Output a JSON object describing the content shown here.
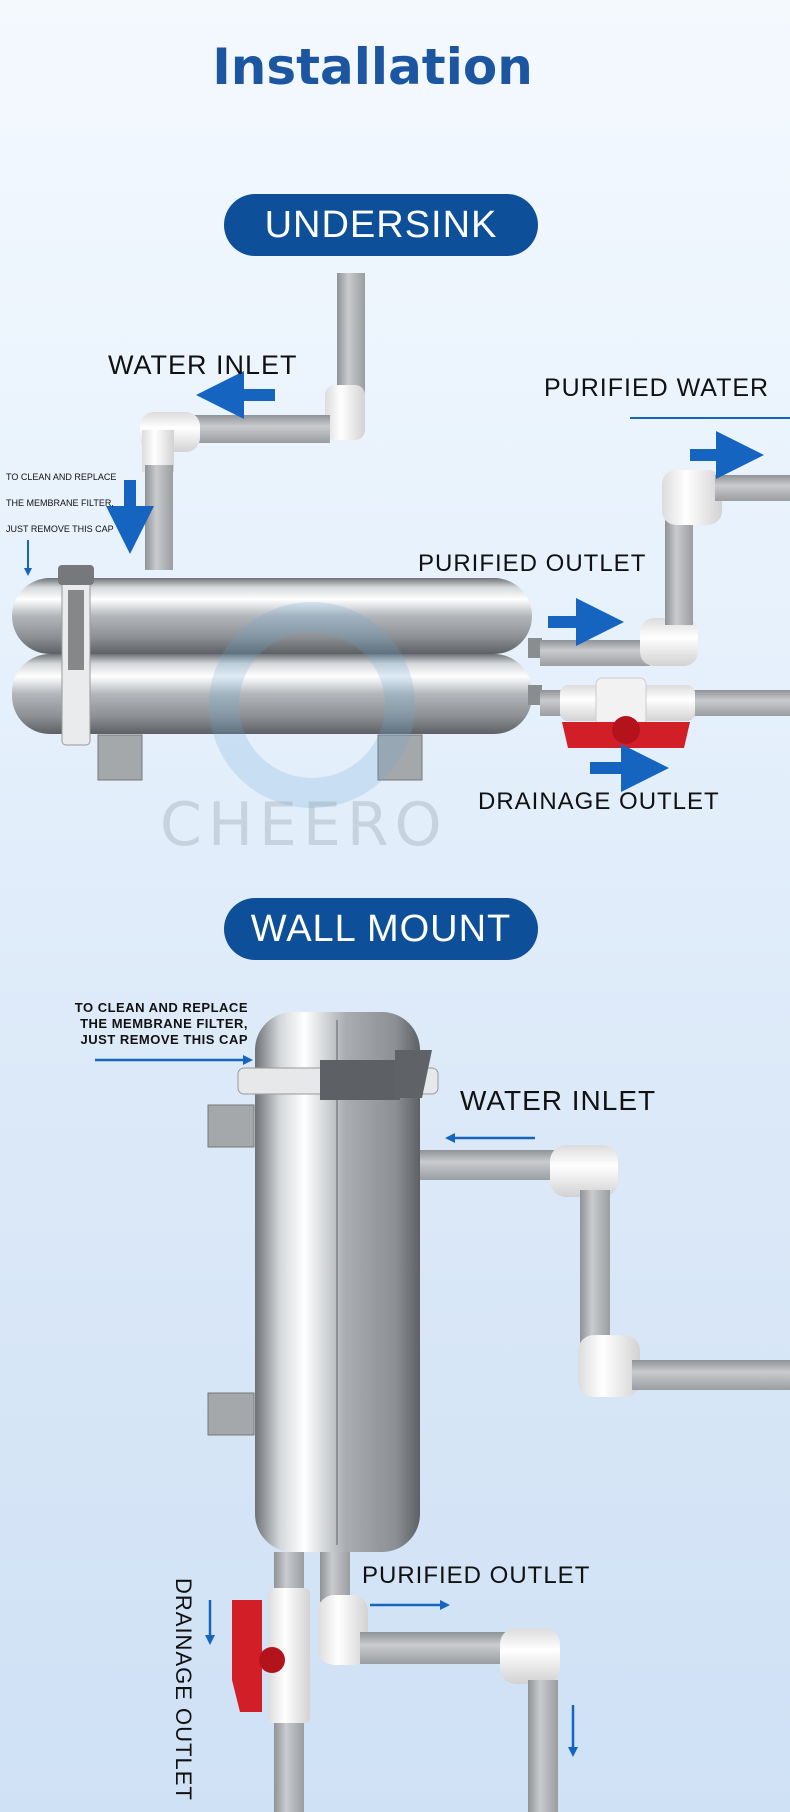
{
  "title": "Installation",
  "undersink": {
    "pill_label": "UNDERSINK",
    "water_inlet": "WATER INLET",
    "purified_water": "PURIFIED WATER",
    "purified_outlet": "PURIFIED OUTLET",
    "drainage_outlet": "DRAINAGE OUTLET",
    "cap_note_line1": "TO CLEAN AND REPLACE",
    "cap_note_line2": "THE MEMBRANE FILTER,",
    "cap_note_line3": "JUST REMOVE THIS CAP"
  },
  "watermark": "CHEERO",
  "wall_mount": {
    "pill_label": "WALL MOUNT",
    "cap_note_line1": "TO CLEAN AND REPLACE",
    "cap_note_line2": "THE MEMBRANE FILTER,",
    "cap_note_line3": "JUST REMOVE THIS CAP",
    "water_inlet": "WATER INLET",
    "purified_outlet": "PURIFIED OUTLET",
    "drainage_outlet": "DRAINAGE OUTLET"
  },
  "colors": {
    "title": "#1c56a0",
    "pill": "#0e4f99",
    "arrow": "#1565c0",
    "valve_handle": "#d21e26",
    "pipe": "#b9bcc0",
    "fitting": "#f4f4f4"
  }
}
